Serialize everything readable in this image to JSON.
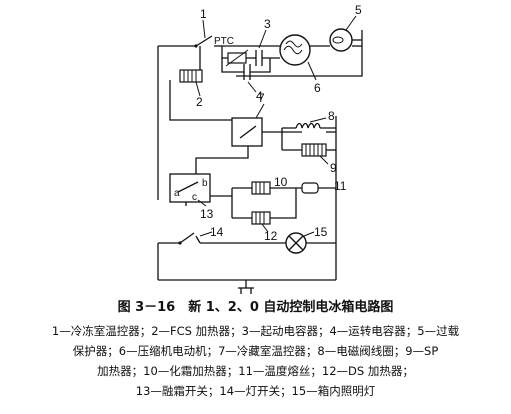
{
  "labels": {
    "n1": "1",
    "n2": "2",
    "n3": "3",
    "n4": "4",
    "n5": "5",
    "n6": "6",
    "n7": "7",
    "n8": "8",
    "n9": "9",
    "n10": "10",
    "n11": "11",
    "n12": "12",
    "n13": "13",
    "n14": "14",
    "n15": "15",
    "ptc": "PTC",
    "a": "a",
    "b": "b",
    "c": "c"
  },
  "caption": {
    "title": "图 3－16　新 1、2、0 自动控制电冰箱电路图",
    "lines": [
      "1—冷冻室温控器；2—FCS 加热器；3—起动电容器；4—运转电容器；5—过载",
      "保护器；6—压缩机电动机；7—冷藏室温控器；8—电磁阀线圈；9—SP",
      "加热器；10—化霜加热器；11—温度熔丝；12—DS 加热器；",
      "13—融霜开关；14—灯开关；15—箱内照明灯"
    ]
  }
}
